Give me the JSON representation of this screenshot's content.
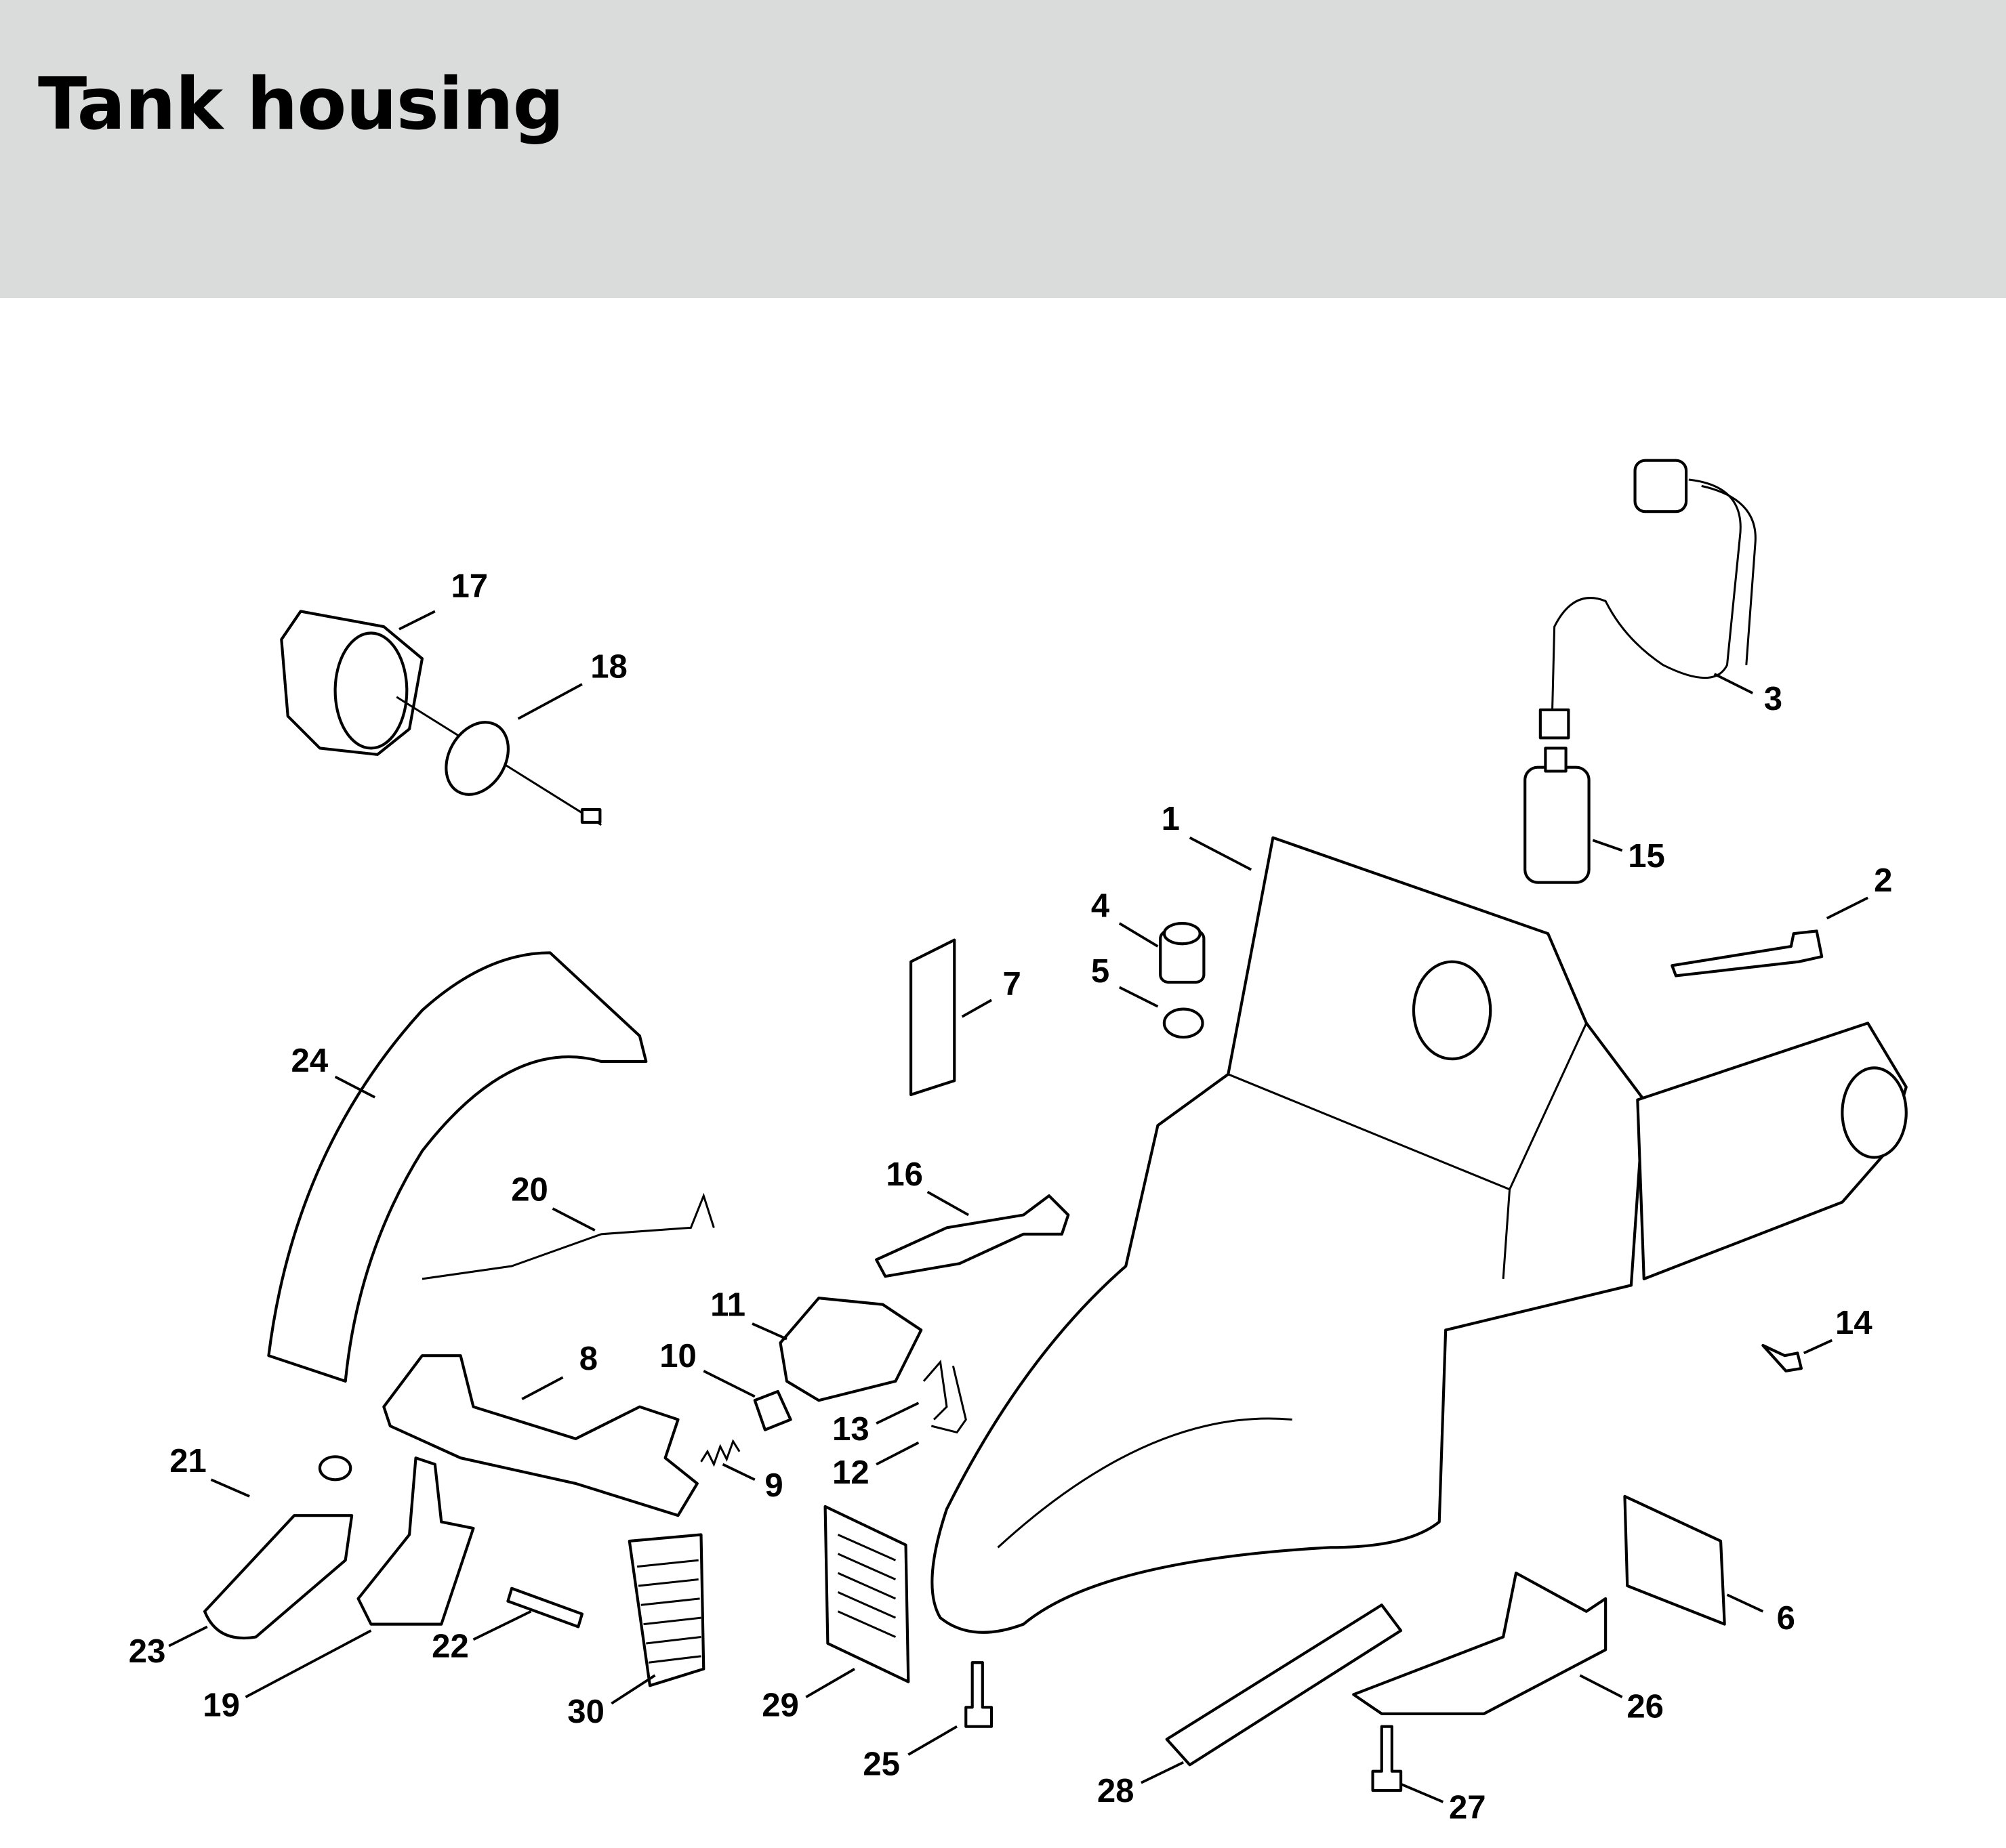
{
  "header": {
    "title": "Tank housing",
    "background": "#dadcdb"
  },
  "callouts": [
    "17",
    "18",
    "3",
    "1",
    "15",
    "2",
    "4",
    "5",
    "7",
    "24",
    "16",
    "20",
    "14",
    "11",
    "8",
    "10",
    "13",
    "12",
    "9",
    "21",
    "6",
    "23",
    "22",
    "26",
    "19",
    "30",
    "29",
    "25",
    "28",
    "27"
  ]
}
